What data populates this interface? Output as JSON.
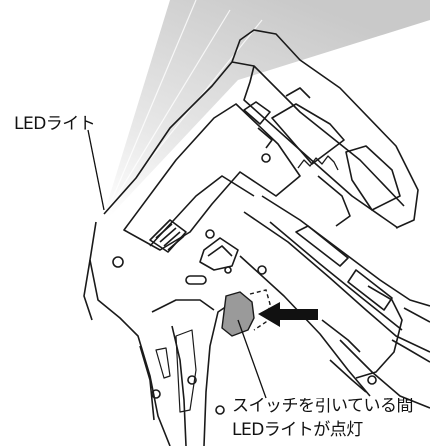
{
  "labels": {
    "led_light": "LEDライト",
    "trigger_line1": "スイッチを引いている間",
    "trigger_line2": "LEDライトが点灯"
  },
  "colors": {
    "outline": "#1a1a1a",
    "light_beam": "#d9d9d9",
    "trigger_shade": "#9a9a9a",
    "arrow": "#111111"
  }
}
